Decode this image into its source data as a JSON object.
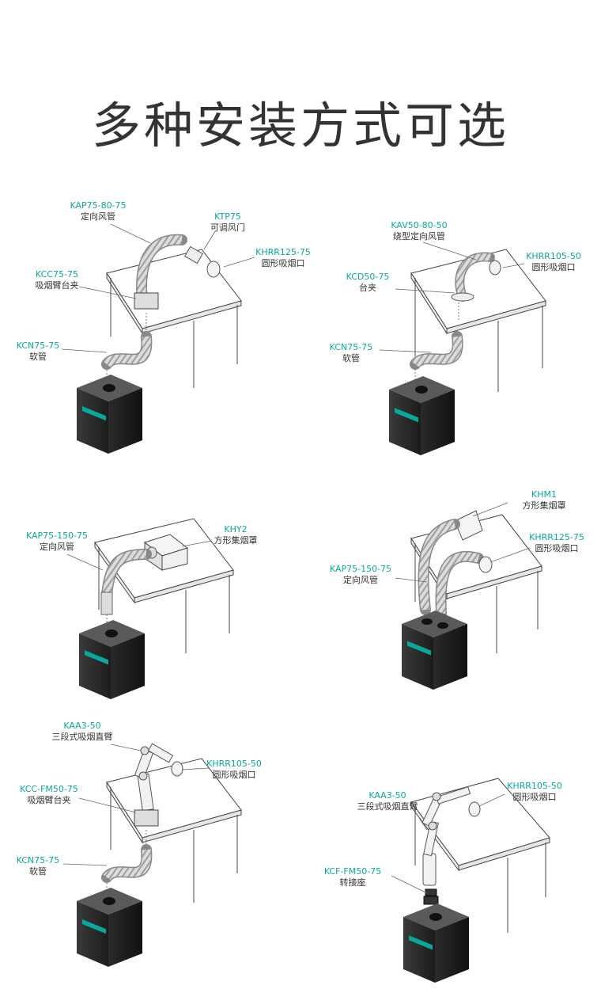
{
  "title": "多种安装方式可选",
  "accent_color": "#0aa89c",
  "text_color": "#333333",
  "panels": [
    {
      "labels": [
        {
          "code": "KAP75-80-75",
          "name": "定向风管"
        },
        {
          "code": "KTP75",
          "name": "可调风门"
        },
        {
          "code": "KHRR125-75",
          "name": "圆形吸烟口"
        },
        {
          "code": "KCC75-75",
          "name": "吸烟臂台夹"
        },
        {
          "code": "KCN75-75",
          "name": "软管"
        }
      ]
    },
    {
      "labels": [
        {
          "code": "KAV50-80-50",
          "name": "绕型定向风管"
        },
        {
          "code": "KHRR105-50",
          "name": "圆形吸烟口"
        },
        {
          "code": "KCD50-75",
          "name": "台夹"
        },
        {
          "code": "KCN75-75",
          "name": "软管"
        }
      ]
    },
    {
      "labels": [
        {
          "code": "KAP75-150-75",
          "name": "定向风管"
        },
        {
          "code": "KHY2",
          "name": "方形集烟罩"
        }
      ]
    },
    {
      "labels": [
        {
          "code": "KHM1",
          "name": "方形集烟罩"
        },
        {
          "code": "KHRR125-75",
          "name": "圆形吸烟口"
        },
        {
          "code": "KAP75-150-75",
          "name": "定向风管"
        }
      ]
    },
    {
      "labels": [
        {
          "code": "KAA3-50",
          "name": "三段式吸烟直臂"
        },
        {
          "code": "KHRR105-50",
          "name": "圆形吸烟口"
        },
        {
          "code": "KCC-FM50-75",
          "name": "吸烟臂台夹"
        },
        {
          "code": "KCN75-75",
          "name": "软管"
        }
      ]
    },
    {
      "labels": [
        {
          "code": "KHRR105-50",
          "name": "圆形吸烟口"
        },
        {
          "code": "KAA3-50",
          "name": "三段式吸烟直臂"
        },
        {
          "code": "KCF-FM50-75",
          "name": "转接座"
        }
      ]
    }
  ]
}
